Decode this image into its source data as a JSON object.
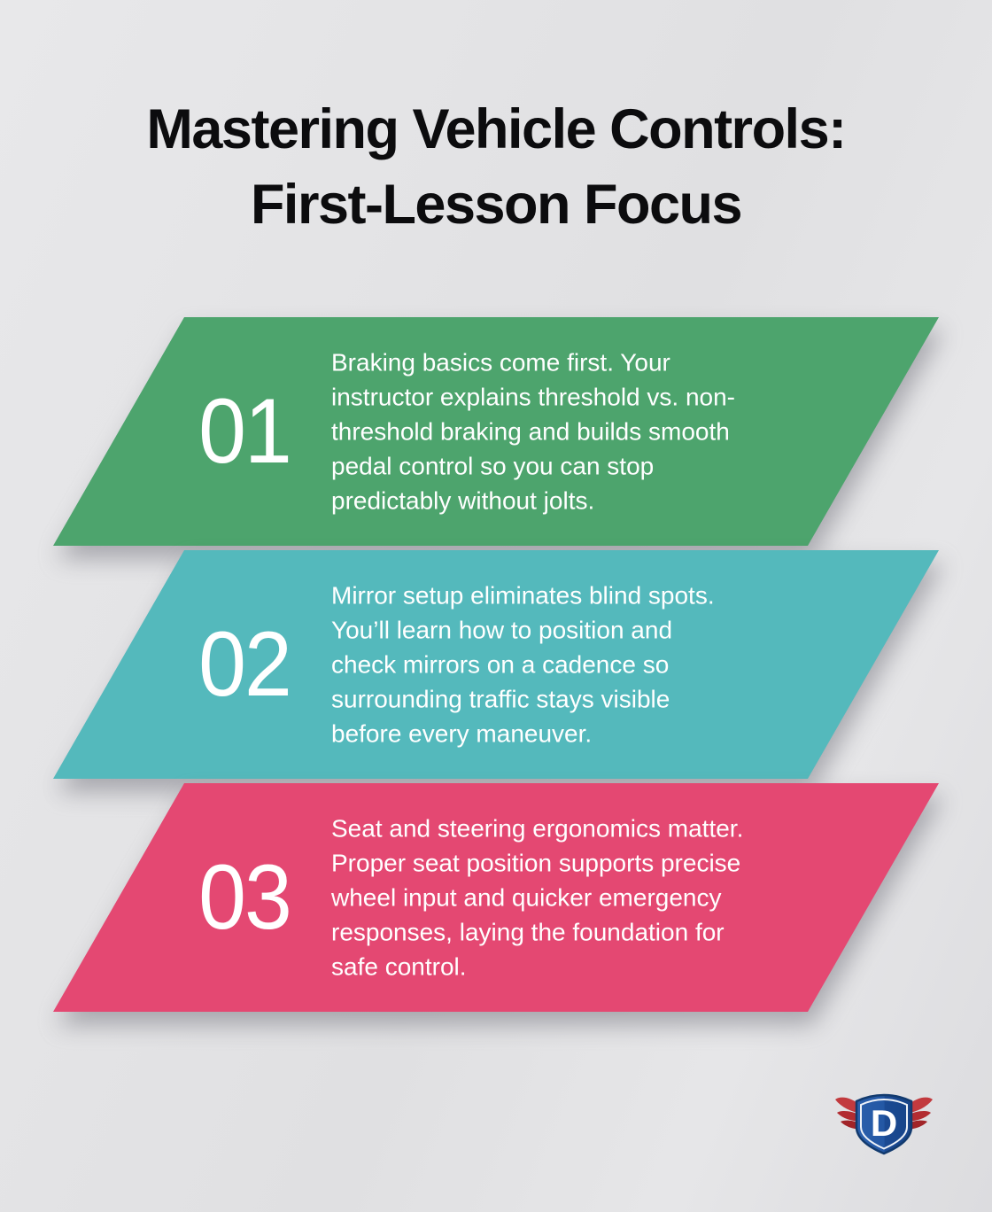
{
  "page": {
    "background_color": "#e3e3e5",
    "title": {
      "lines": [
        "Mastering Vehicle Controls:",
        "First-Lesson Focus"
      ],
      "color": "#0c0c0e"
    }
  },
  "steps": [
    {
      "number": "01",
      "banner_color": "#4da46d",
      "text_color": "#ffffff",
      "lines": [
        "Braking basics come first. Your",
        "instructor explains threshold vs. non-",
        "threshold braking and builds smooth",
        "pedal control so you can stop",
        "predictably without jolts."
      ]
    },
    {
      "number": "02",
      "banner_color": "#54b9bc",
      "text_color": "#ffffff",
      "lines": [
        "Mirror setup eliminates blind spots.",
        "You’ll learn how to position and",
        "check mirrors on a cadence so",
        "surrounding traffic stays visible",
        "before every maneuver."
      ]
    },
    {
      "number": "03",
      "banner_color": "#e44872",
      "text_color": "#ffffff",
      "lines": [
        "Seat and steering ergonomics matter.",
        "Proper seat position supports precise",
        "wheel input and quicker emergency",
        "responses, laying the foundation for",
        "safe control."
      ]
    }
  ],
  "logo": {
    "letter": "D",
    "shield_color": "#1e4e97",
    "shield_border_color": "#123a6e",
    "inner_outline_color": "#eef2f8",
    "wing_color": "#b22c31",
    "letter_color": "#ffffff"
  }
}
